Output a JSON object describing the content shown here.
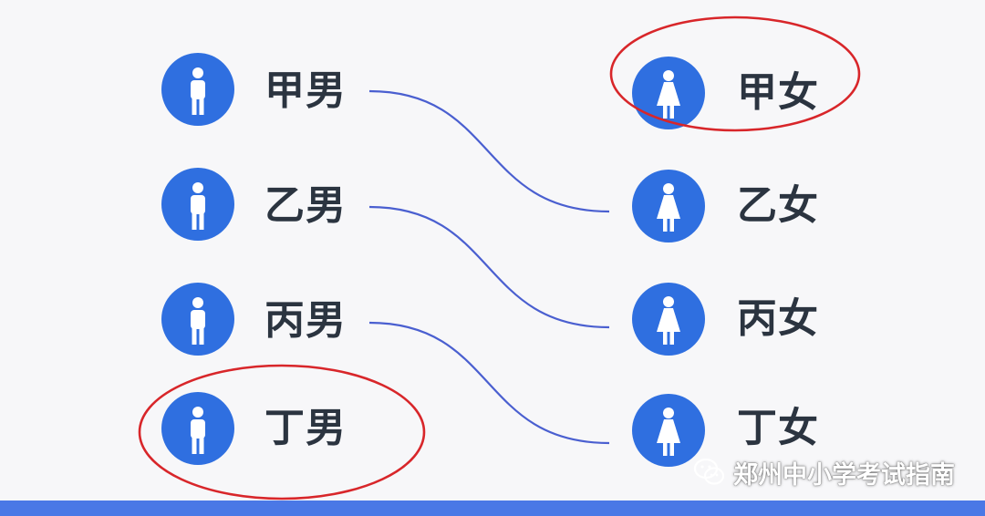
{
  "men": [
    {
      "label": "甲男"
    },
    {
      "label": "乙男"
    },
    {
      "label": "丙男"
    },
    {
      "label": "丁男"
    }
  ],
  "women": [
    {
      "label": "甲女"
    },
    {
      "label": "乙女"
    },
    {
      "label": "丙女"
    },
    {
      "label": "丁女"
    }
  ],
  "connections": [
    {
      "from": "甲男",
      "to": "乙女"
    },
    {
      "from": "乙男",
      "to": "丙女"
    },
    {
      "from": "丙男",
      "to": "丁女"
    }
  ],
  "highlighted": [
    "甲女",
    "丁男"
  ],
  "watermark": {
    "text": "郑州中小学考试指南",
    "icon": "wechat-icon"
  },
  "colors": {
    "icon_fill": "#2f6fe0",
    "connector": "#4a5fd0",
    "highlight_ellipse": "#d8262a",
    "bottom_bar": "#4a78e6"
  }
}
